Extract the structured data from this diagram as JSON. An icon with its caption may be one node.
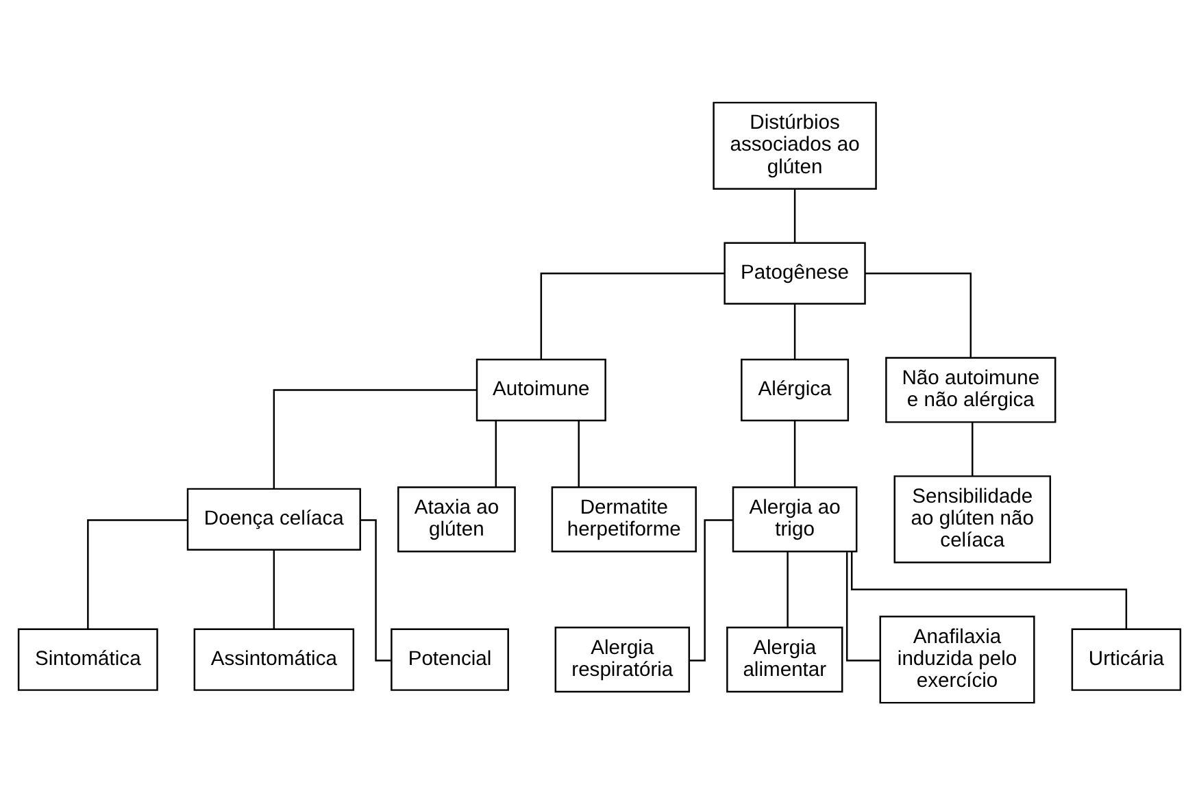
{
  "diagram": {
    "nodes": [
      {
        "text": [
          "Distúrbios associados ao glúten"
        ]
      },
      {
        "text": [
          "Patogênese"
        ]
      },
      {
        "text": [
          "Autoimune"
        ]
      },
      {
        "text": [
          "Alérgica"
        ]
      },
      {
        "text": [
          "Não autoimune e não alérgica"
        ]
      },
      {
        "text": [
          "Doença celíaca"
        ]
      },
      {
        "text": [
          "Ataxia ao glúten"
        ]
      },
      {
        "text": [
          "Dermatite herpetiforme"
        ]
      },
      {
        "text": [
          "Sensibilidade ao glúten não celíaca"
        ]
      },
      {
        "text": [
          "Sintomática"
        ]
      },
      {
        "text": [
          "Assintomática"
        ]
      },
      {
        "text": [
          "Potencial"
        ]
      },
      {
        "text": [
          "Alergia ao trigo"
        ]
      },
      {
        "text": [
          "Alergia respiratória"
        ]
      },
      {
        "text": [
          "Alergia alimentar"
        ]
      },
      {
        "text": [
          "Anafilaxia induzida pelo exercício"
        ]
      },
      {
        "text": [
          "Urticária"
        ]
      }
    ],
    "edges": [
      {
        "from": 0,
        "to": 1,
        "arrow": "none"
      },
      {
        "from": 1,
        "to": 2,
        "arrow": "none"
      },
      {
        "from": 1,
        "to": 3,
        "arrow": "none"
      },
      {
        "from": 1,
        "to": 4,
        "arrow": "none"
      },
      {
        "from": 2,
        "to": 5,
        "arrow": "none"
      },
      {
        "from": 2,
        "to": 6,
        "arrow": "none"
      },
      {
        "from": 2,
        "to": 7,
        "arrow": "none"
      },
      {
        "from": 4,
        "to": 8,
        "arrow": "none"
      },
      {
        "from": 5,
        "to": 9,
        "arrow": "none"
      },
      {
        "from": 5,
        "to": 10,
        "arrow": "none"
      },
      {
        "from": 5,
        "to": 11,
        "arrow": "none"
      },
      {
        "from": 3,
        "to": 12,
        "arrow": "none"
      },
      {
        "from": 12,
        "to": 13,
        "arrow": "none"
      },
      {
        "from": 12,
        "to": 14,
        "arrow": "none"
      },
      {
        "from": 12,
        "to": 15,
        "arrow": "none"
      },
      {
        "from": 12,
        "to": 16,
        "arrow": "none"
      }
    ]
  }
}
